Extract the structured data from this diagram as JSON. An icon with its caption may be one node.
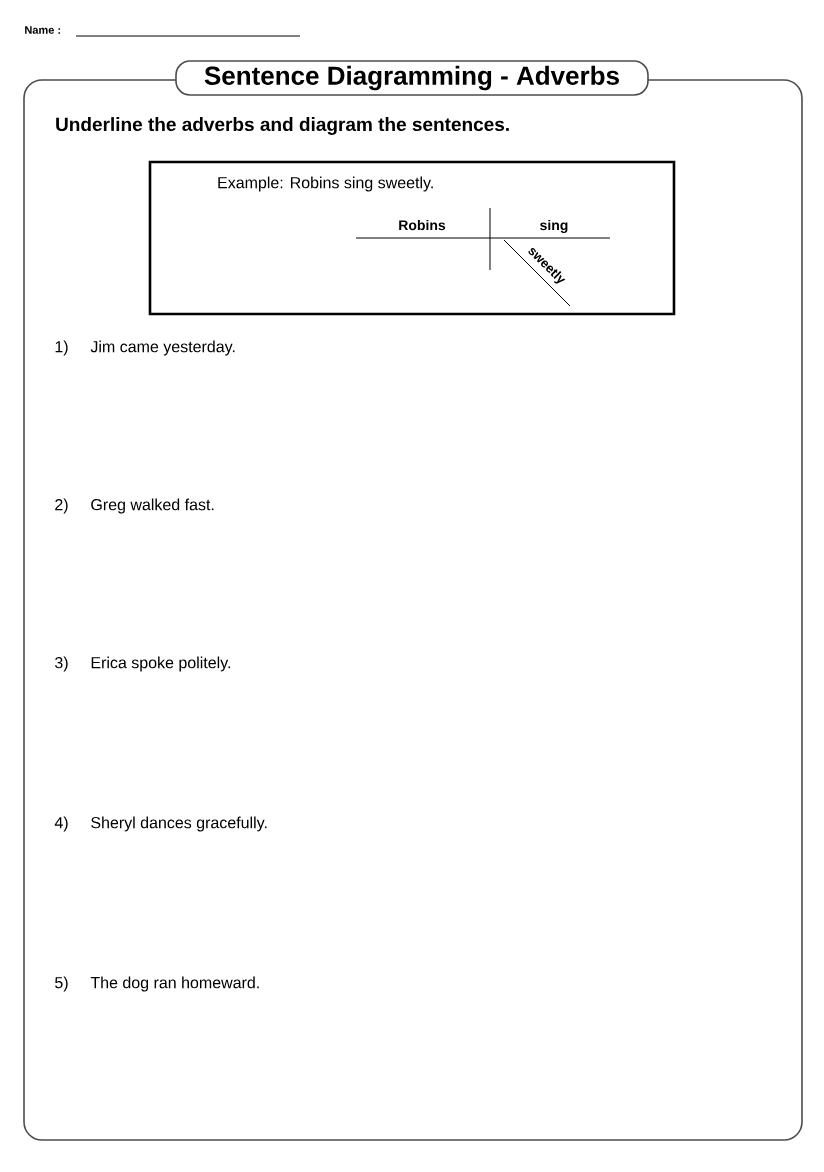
{
  "diagram": {
    "nodes": [
      {
        "text": [
          "Underline the adverbs and diagram the sentences."
        ]
      },
      {
        "text": [
          "Sentence Diagramming - Adverbs"
        ]
      },
      {
        "text": [
          "Example: Robins sing sweetly."
        ],
        "in": 0
      }
    ],
    "labels": [
      "Name :",
      "Robins",
      "sing",
      "sweetly",
      "1)",
      "Jim came yesterday.",
      "2)",
      "Greg walked fast.",
      "3)",
      "Erica spoke politely.",
      "4)",
      "Sheryl dances gracefully.",
      "5)",
      "The dog ran homeward."
    ]
  }
}
